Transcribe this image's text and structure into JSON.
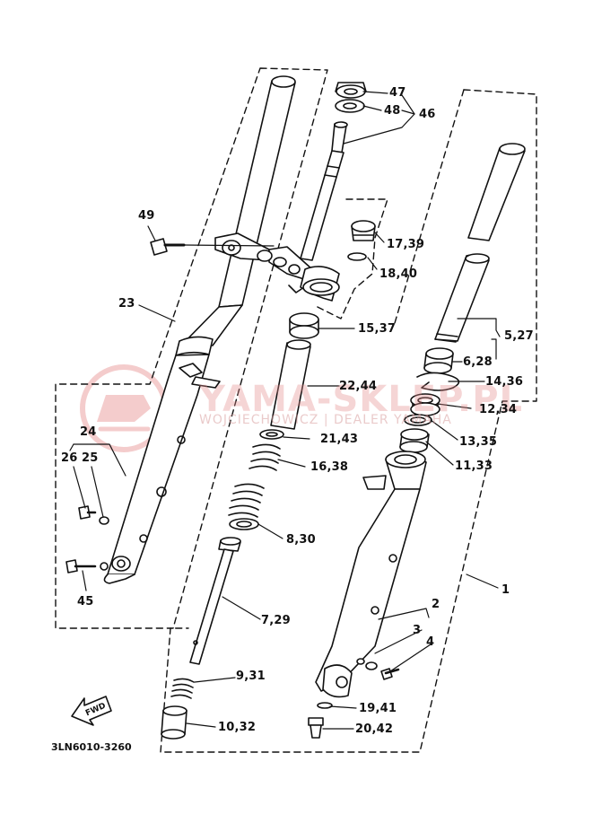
{
  "watermark": {
    "title": "YAMA-SKLEP.PL",
    "subtitle": "WOJCIECHOWICZ | DEALER YAMAHA",
    "color": "#e07070"
  },
  "diagram_code": "3LN6010-3260",
  "fwd_label": "FWD",
  "callouts": {
    "c47": "47",
    "c48": "48",
    "c46": "46",
    "c49": "49",
    "c17_39": "17,39",
    "c18_40": "18,40",
    "c23": "23",
    "c15_37": "15,37",
    "c5_27": "5,27",
    "c6_28": "6,28",
    "c22_44": "22,44",
    "c14_36": "14,36",
    "c12_34": "12,34",
    "c21_43": "21,43",
    "c13_35": "13,35",
    "c24": "24",
    "c26": "26",
    "c25": "25",
    "c16_38": "16,38",
    "c11_33": "11,33",
    "c8_30": "8,30",
    "c1": "1",
    "c45": "45",
    "c2": "2",
    "c7_29": "7,29",
    "c3": "3",
    "c4": "4",
    "c9_31": "9,31",
    "c19_41": "19,41",
    "c10_32": "10,32",
    "c20_42": "20,42"
  }
}
